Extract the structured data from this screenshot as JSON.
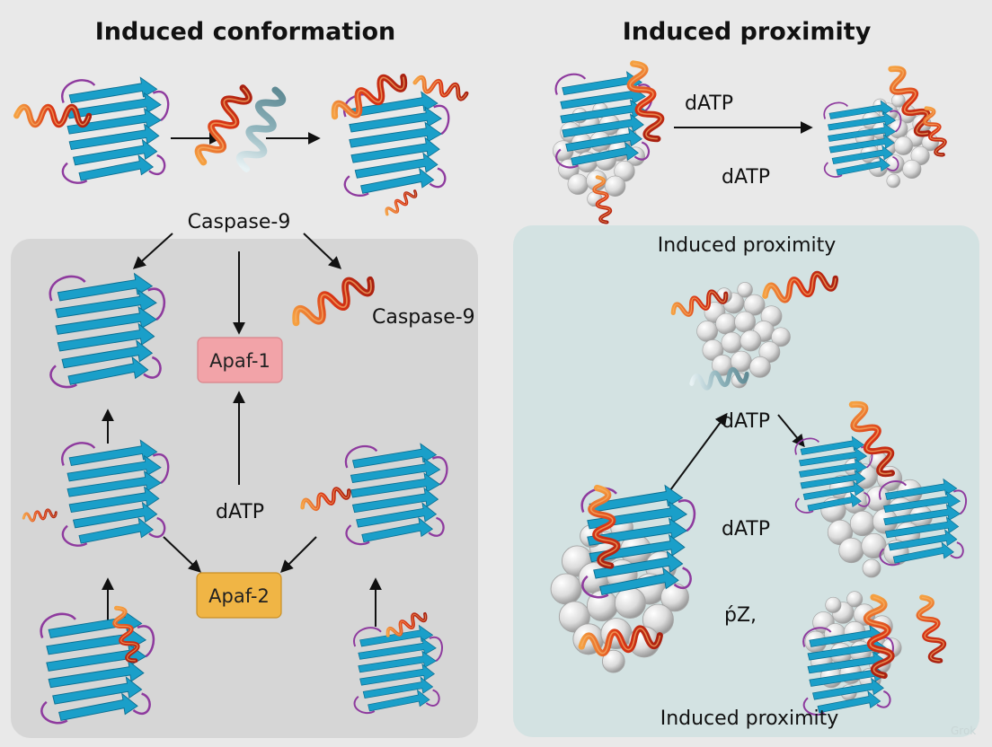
{
  "titles": {
    "left": "Induced conformation",
    "right": "Induced proximity"
  },
  "labels": {
    "caspase_top": "Caspase-9",
    "caspase_right": "Caspase-9",
    "apaf1": "Apaf-1",
    "apaf2": "Apaf-2",
    "datp_top_arrow": "dATP",
    "datp_top_below": "dATP",
    "datp_left_panel": "dATP",
    "datp_right_arrow": "dATP",
    "datp_right_mid": "dATP",
    "odd_glyph": "ṕZ,",
    "panel_right_top": "Induced proximity",
    "panel_right_bottom": "Induced proximity",
    "watermark": "Grok"
  },
  "colors": {
    "sheet": "#1a9fc9",
    "helix": "#d93515",
    "helix_light": "#f08c2a",
    "loop": "#8e3a9e",
    "sphere": "#e6e6e6",
    "apaf1_box": "#f2a3a8",
    "apaf2_box": "#f0b545",
    "left_panel": "#d6d6d6",
    "right_panel": "#d3e2e2"
  }
}
